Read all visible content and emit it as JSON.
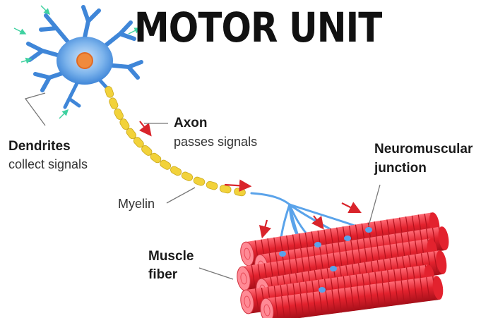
{
  "title": "MOTOR UNIT",
  "labels": {
    "dendrites_title": "Dendrites",
    "dendrites_desc": "collect signals",
    "axon_title": "Axon",
    "axon_desc": "passes signals",
    "myelin": "Myelin",
    "nmj_line1": "Neuromuscular",
    "nmj_line2": "junction",
    "muscle_line1": "Muscle",
    "muscle_line2": "fiber"
  },
  "colors": {
    "neuron": "#3f8ee0",
    "neuron_light": "#9cc6f2",
    "nucleus": "#f08a3c",
    "myelin": "#f2d23a",
    "muscle": "#e3222e",
    "muscle_light": "#ff8a95",
    "arrow": "#d9242b",
    "signal_arrow": "#3fd1a0"
  }
}
